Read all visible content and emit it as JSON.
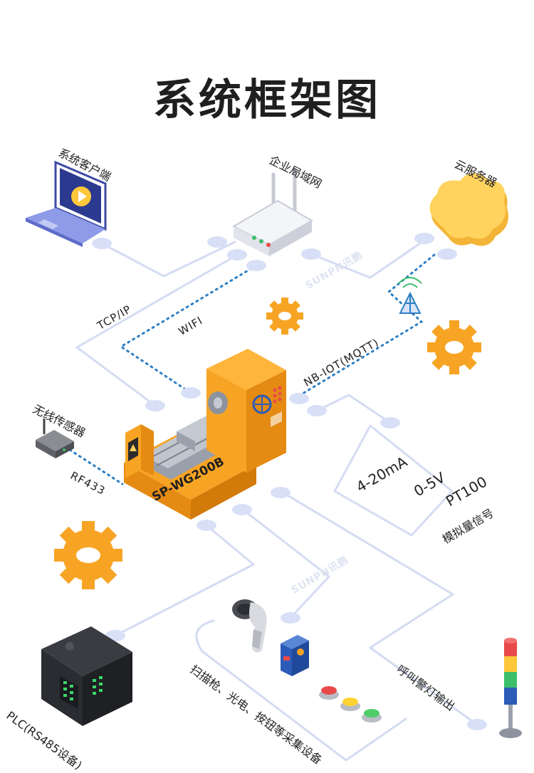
{
  "title": "系统框架图",
  "nodes": {
    "client": "系统客户端",
    "lan": "企业局域网",
    "cloud": "云服务器",
    "sensor": "无线传感器",
    "analog": "模拟量信号",
    "alarm": "呼叫警灯输出",
    "scanner": "扫描枪、光电、按钮等采集设备",
    "plc": "PLC(RS485设备)"
  },
  "connections": {
    "tcpip": "TCP/IP",
    "wifi": "WIFI",
    "nbiot": "NB-IOT(MQTT)",
    "rf433": "RF433"
  },
  "analog_signals": [
    "4-20mA",
    "0-5V",
    "PT100"
  ],
  "device": {
    "model": "SP-WG200B"
  },
  "watermark": "SUNPN讯鹏",
  "colors": {
    "line": "#d4dcf3",
    "dot": "#d8e0f7",
    "dotted": "#2d7fc4",
    "orange": "#f7a425",
    "orange_dark": "#e58a12"
  }
}
